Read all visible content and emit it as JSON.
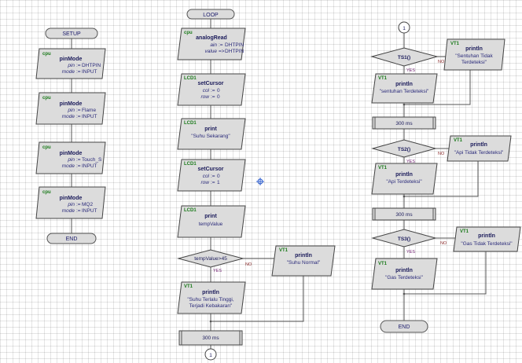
{
  "setup": {
    "start": "SETUP",
    "blocks": [
      {
        "tag": "cpu",
        "fn": "pinMode",
        "params": [
          {
            "k": "pin",
            "op": ":=",
            "v": "DHTPIN"
          },
          {
            "k": "mode",
            "op": ":=",
            "v": "INPUT"
          }
        ]
      },
      {
        "tag": "cpu",
        "fn": "pinMode",
        "params": [
          {
            "k": "pin",
            "op": ":=",
            "v": "Flame"
          },
          {
            "k": "mode",
            "op": ":=",
            "v": "INPUT"
          }
        ]
      },
      {
        "tag": "cpu",
        "fn": "pinMode",
        "params": [
          {
            "k": "pin",
            "op": ":=",
            "v": "Touch_S"
          },
          {
            "k": "mode",
            "op": ":=",
            "v": "INPUT"
          }
        ]
      },
      {
        "tag": "cpu",
        "fn": "pinMode",
        "params": [
          {
            "k": "pin",
            "op": ":=",
            "v": "MQ2"
          },
          {
            "k": "mode",
            "op": ":=",
            "v": "INPUT"
          }
        ]
      }
    ],
    "end": "END"
  },
  "loop": {
    "start": "LOOP",
    "blocks": [
      {
        "tag": "cpu",
        "fn": "analogRead",
        "params": [
          {
            "k": "ain",
            "op": ":=",
            "v": "DHTPIN"
          },
          {
            "k": "value",
            "op": "=>",
            "v": "DHTPIN"
          }
        ]
      },
      {
        "tag": "LCD1",
        "fn": "setCursor",
        "params": [
          {
            "k": "col",
            "op": ":=",
            "v": "0"
          },
          {
            "k": "row",
            "op": ":=",
            "v": "0"
          }
        ]
      },
      {
        "tag": "LCD1",
        "fn": "print",
        "params": [
          {
            "text": "\"Suhu Sekarang\""
          }
        ]
      },
      {
        "tag": "LCD1",
        "fn": "setCursor",
        "params": [
          {
            "k": "col",
            "op": ":=",
            "v": "0"
          },
          {
            "k": "row",
            "op": ":=",
            "v": "1"
          }
        ]
      },
      {
        "tag": "LCD1",
        "fn": "print",
        "params": [
          {
            "text": "tempValue"
          }
        ]
      }
    ],
    "decision": {
      "cond": "tempValue>45",
      "no": "NO",
      "yes": "YES"
    },
    "no_block": {
      "tag": "VT1",
      "fn": "println",
      "params": [
        {
          "text": "\"Suhu Normal\""
        }
      ]
    },
    "yes_block": {
      "tag": "VT1",
      "fn": "println",
      "params": [
        {
          "text": "\"Suhu Terlalu Tinggi,"
        },
        {
          "text": "Terjadi Kebakaran\""
        }
      ]
    },
    "delay": "300 ms",
    "connector": "1"
  },
  "right": {
    "connector": "1",
    "sections": [
      {
        "cond": "TS1()",
        "no": "NO",
        "yes": "YES",
        "no_block": {
          "tag": "VT1",
          "fn": "println",
          "params": [
            {
              "text": "\"Sentuhan Tidak"
            },
            {
              "text": "Terdeteksi\""
            }
          ]
        },
        "yes_block": {
          "tag": "VT1",
          "fn": "println",
          "params": [
            {
              "text": "\"sentuhan Terdeteksi\""
            }
          ]
        },
        "delay": "300 ms"
      },
      {
        "cond": "TS2()",
        "no": "NO",
        "yes": "YES",
        "no_block": {
          "tag": "VT1",
          "fn": "println",
          "params": [
            {
              "text": "\"Api Tidak Terdeteksi\""
            }
          ]
        },
        "yes_block": {
          "tag": "VT1",
          "fn": "println",
          "params": [
            {
              "text": "\"Api Terdeteksi\""
            }
          ]
        },
        "delay": "300 ms"
      },
      {
        "cond": "TS3()",
        "no": "NO",
        "yes": "YES",
        "no_block": {
          "tag": "VT1",
          "fn": "println",
          "params": [
            {
              "text": "\"Gas Tidak Terdeteksi\""
            }
          ]
        },
        "yes_block": {
          "tag": "VT1",
          "fn": "println",
          "params": [
            {
              "text": "\"Gas Terdeteksi\""
            }
          ]
        }
      }
    ],
    "end": "END"
  }
}
